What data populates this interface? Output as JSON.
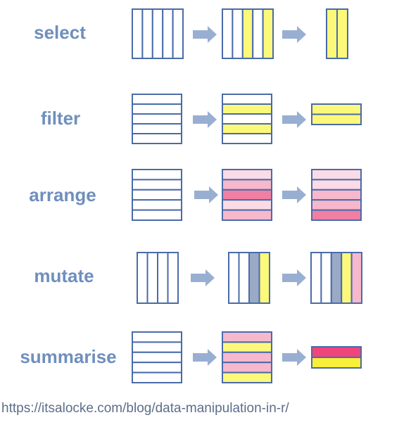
{
  "colors": {
    "stroke": "#4a6ba8",
    "arrow": "#99afd2",
    "verb_text": "#6f8fbd",
    "yellow": "#fcf87a",
    "steel": "#9aaac6",
    "pink_light": "#fadbe6",
    "pink_mid": "#f7b8cc",
    "pink_strong": "#f07fa4",
    "pink_hot": "#f0457c",
    "bright_yellow": "#f7ef3a",
    "white": "#ffffff"
  },
  "icons": [
    "right-arrow-icon"
  ],
  "rows": [
    {
      "verb": "select",
      "steps": [
        {
          "orient": "cols",
          "cells": [
            "white",
            "white",
            "white",
            "white",
            "white"
          ]
        },
        {
          "orient": "cols",
          "cells": [
            "white",
            "white",
            "yellow",
            "white",
            "yellow"
          ]
        },
        {
          "orient": "cols",
          "cells": [
            "yellow",
            "yellow"
          ]
        }
      ]
    },
    {
      "verb": "filter",
      "steps": [
        {
          "orient": "rows",
          "cells": [
            "white",
            "white",
            "white",
            "white",
            "white"
          ]
        },
        {
          "orient": "rows",
          "cells": [
            "white",
            "yellow",
            "white",
            "yellow",
            "white"
          ]
        },
        {
          "orient": "rows",
          "cells": [
            "yellow",
            "yellow"
          ]
        }
      ]
    },
    {
      "verb": "arrange",
      "steps": [
        {
          "orient": "rows",
          "cells": [
            "white",
            "white",
            "white",
            "white",
            "white"
          ]
        },
        {
          "orient": "rows",
          "cells": [
            "pink_light",
            "pink_mid",
            "pink_strong",
            "pink_light",
            "pink_mid"
          ]
        },
        {
          "orient": "rows",
          "cells": [
            "pink_light",
            "pink_light",
            "pink_mid",
            "pink_mid",
            "pink_strong"
          ]
        }
      ]
    },
    {
      "verb": "mutate",
      "steps": [
        {
          "orient": "cols",
          "cells": [
            "white",
            "white",
            "white",
            "white"
          ]
        },
        {
          "orient": "cols",
          "cells": [
            "white",
            "white",
            "steel",
            "yellow"
          ]
        },
        {
          "orient": "cols",
          "cells": [
            "white",
            "white",
            "steel",
            "yellow",
            "pink_mid"
          ]
        }
      ]
    },
    {
      "verb": "summarise",
      "steps": [
        {
          "orient": "rows",
          "cells": [
            "white",
            "white",
            "white",
            "white",
            "white"
          ]
        },
        {
          "orient": "rows",
          "cells": [
            "pink_mid",
            "yellow",
            "pink_mid",
            "pink_mid",
            "yellow"
          ]
        },
        {
          "orient": "rows",
          "cells": [
            "pink_hot",
            "bright_yellow"
          ]
        }
      ]
    }
  ],
  "footer": {
    "url": "https://itsalocke.com/blog/data-manipulation-in-r/"
  }
}
